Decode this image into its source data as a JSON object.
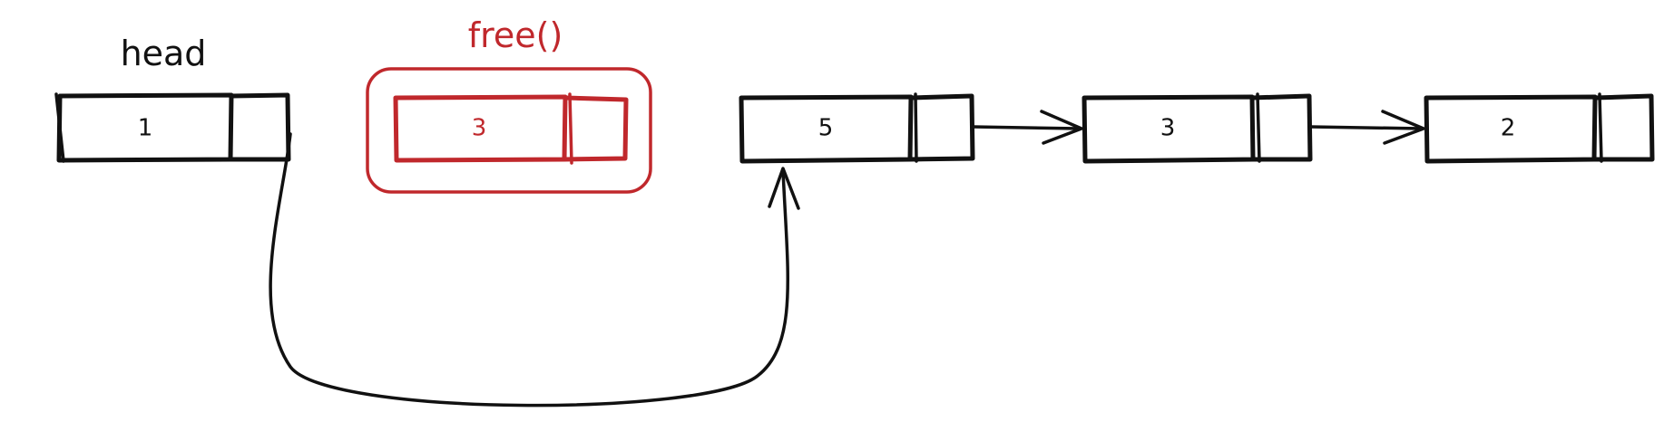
{
  "diagram": {
    "head_label": "head",
    "free_label": "free()",
    "nodes": [
      {
        "value": "1"
      },
      {
        "value": "3"
      },
      {
        "value": "5"
      },
      {
        "value": "3"
      },
      {
        "value": "2"
      }
    ]
  },
  "colors": {
    "ink": "#111111",
    "freed": "#c0282c"
  }
}
